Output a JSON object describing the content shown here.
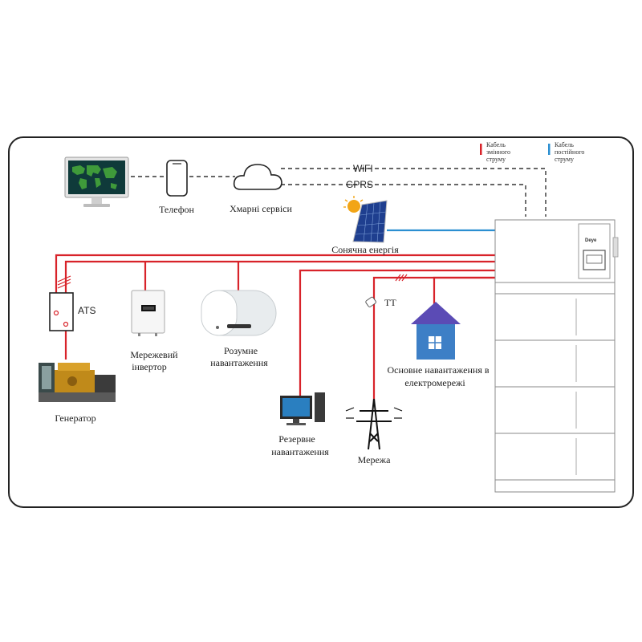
{
  "legend": {
    "ac_line1": "Кабель",
    "ac_line2": "змінного",
    "ac_line3": "струму",
    "dc_line1": "Кабель",
    "dc_line2": "постійного",
    "dc_line3": "струму"
  },
  "links": {
    "wifi": "WiFI",
    "gprs": "GPRS"
  },
  "nodes": {
    "phone": "Телефон",
    "cloud": "Хмарні сервіси",
    "solar": "Сонячна енергія",
    "ats": "ATS",
    "generator": "Генератор",
    "grid_inverter_1": "Мережевий",
    "grid_inverter_2": "інвертор",
    "smart_load_1": "Розумне",
    "smart_load_2": "навантаження",
    "ct": "TT",
    "main_load_1": "Основне навантаження в",
    "main_load_2": "електромережі",
    "backup_load_1": "Резервне",
    "backup_load_2": "навантаження",
    "grid": "Мережа",
    "brand": "Deye"
  },
  "colors": {
    "ac": "#d8232a",
    "dc": "#2b8fd1",
    "frame": "#222222",
    "comm": "#333333"
  }
}
